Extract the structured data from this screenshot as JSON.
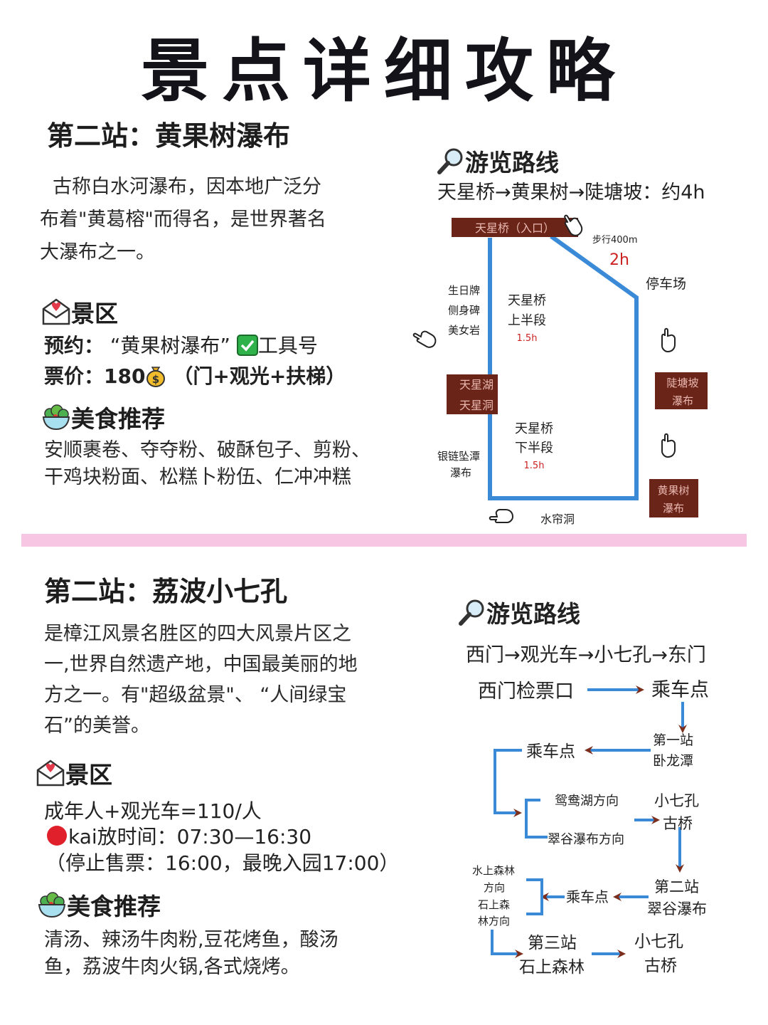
{
  "title": "景点详细攻略",
  "s1": {
    "heading": "第二站：黄果树瀑布",
    "intro_lines": [
      "古称白水河瀑布，因本地广泛分",
      "布着\"黄葛榕\"而得名，是世界著名",
      "大瀑布之一。"
    ],
    "area_heading": "景区",
    "reserve_label": "预约：",
    "reserve_value": "“黄果树瀑布”",
    "reserve_tool": "工具号",
    "price_label": "票价：",
    "price_value": "180",
    "price_note": "（门+观光+扶梯）",
    "food_heading": "美食推荐",
    "food_lines": [
      "安顺裹卷、夺夺粉、破酥包子、剪粉、",
      "干鸡块粉面、松糕卜粉伍、仁冲冲糕"
    ],
    "route_heading": "游览路线",
    "route_text": "天星桥→黄果树→陡塘坡：约4h",
    "map": {
      "entrance": "天星桥（入口）",
      "walk": "步行400m",
      "walk_time": "2h",
      "parking": "停车场",
      "left_labels": [
        "生日牌",
        "侧身碑",
        "美女岩"
      ],
      "upper_name": [
        "天星桥",
        "上半段"
      ],
      "upper_time": "1.5h",
      "lake": [
        "天星湖",
        "天星洞"
      ],
      "doutang": [
        "陡塘坡",
        "瀑布"
      ],
      "chain": [
        "银链坠潭",
        "瀑布"
      ],
      "lower_name": [
        "天星桥",
        "下半段"
      ],
      "lower_time": "1.5h",
      "hgs": [
        "黄果树",
        "瀑布"
      ],
      "curtain": "水帘洞"
    }
  },
  "s2": {
    "heading": "第二站：荔波小七孔",
    "intro_lines": [
      "是樟江风景名胜区的四大风景片区之",
      "一,世界自然遗产地，中国最美丽的地",
      "方之一。有\"超级盆景\"、 “人间绿宝",
      "石”的美誉。"
    ],
    "area_heading": "景区",
    "price_line": "成年人+观光车=110/人",
    "open_line": "kai放时间：07:30—16:30",
    "stop_line": "（停止售票：16:00，最晚入园17:00）",
    "food_heading": "美食推荐",
    "food_lines": [
      "清汤、辣汤牛肉粉,豆花烤鱼，酸汤",
      "鱼，荔波牛肉火锅,各式烧烤。"
    ],
    "route_heading": "游览路线",
    "route_text": "西门→观光车→小七孔→东门",
    "flow": {
      "ticket": "西门检票口",
      "board1": "乘车点",
      "stop1": [
        "第一站",
        "卧龙潭"
      ],
      "board2": "乘车点",
      "yuanyang": "鸳鸯湖方向",
      "cuigu_dir": "翠谷瀑布方向",
      "bridge1": [
        "小七孔",
        "古桥"
      ],
      "stop2": [
        "第二站",
        "翠谷瀑布"
      ],
      "board3": "乘车点",
      "water_forest": [
        "水上森林",
        "方向",
        "石上森",
        "林方向"
      ],
      "stop3": [
        "第三站",
        "石上森林"
      ],
      "bridge2": [
        "小七孔",
        "古桥"
      ]
    }
  },
  "colors": {
    "path_blue": "#3a8ad8",
    "label_brown": "#6b2418",
    "arrow_brown": "#7b2e1c",
    "divider_pink": "#f7c6e2",
    "time_red": "#cc2222"
  }
}
